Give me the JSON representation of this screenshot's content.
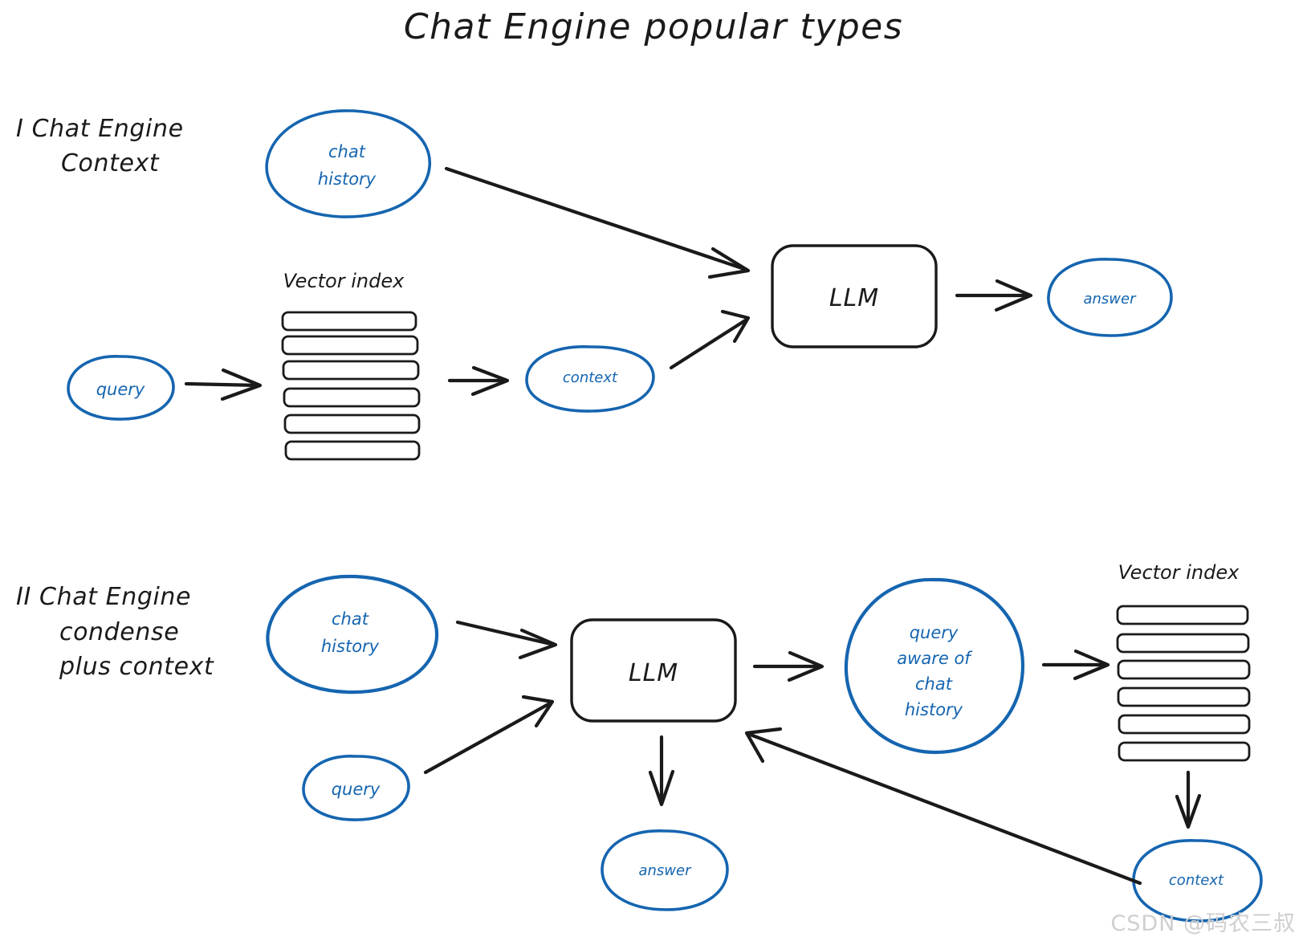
{
  "title": "Chat Engine popular types",
  "watermark": "CSDN @码农三叔",
  "colors": {
    "blue": "#1565b0",
    "black": "#1a1a1a",
    "background": "#ffffff",
    "watermark": "#cfcfcf"
  },
  "sections": [
    {
      "id": "section-1",
      "label_line1": "I Chat Engine",
      "label_line2": "Context",
      "nodes": {
        "chat_history": {
          "line1": "chat",
          "line2": "history"
        },
        "query": {
          "line1": "query"
        },
        "vector_index_caption": "Vector index",
        "vector_index_bars": 6,
        "context": {
          "line1": "context"
        },
        "llm": {
          "line1": "LLM"
        },
        "answer": {
          "line1": "answer"
        }
      },
      "edges": [
        {
          "from": "chat-history",
          "to": "llm"
        },
        {
          "from": "query",
          "to": "vector-index"
        },
        {
          "from": "vector-index",
          "to": "context"
        },
        {
          "from": "context",
          "to": "llm"
        },
        {
          "from": "llm",
          "to": "answer"
        }
      ]
    },
    {
      "id": "section-2",
      "label_line1": "II Chat Engine",
      "label_line2": "condense",
      "label_line3": "plus context",
      "nodes": {
        "chat_history": {
          "line1": "chat",
          "line2": "history"
        },
        "query": {
          "line1": "query"
        },
        "llm": {
          "line1": "LLM"
        },
        "answer": {
          "line1": "answer"
        },
        "query_aware": {
          "line1": "query",
          "line2": "aware of",
          "line3": "chat",
          "line4": "history"
        },
        "vector_index_caption": "Vector index",
        "vector_index_bars": 6,
        "context": {
          "line1": "context"
        }
      },
      "edges": [
        {
          "from": "chat-history",
          "to": "llm"
        },
        {
          "from": "query",
          "to": "llm"
        },
        {
          "from": "llm",
          "to": "query-aware"
        },
        {
          "from": "llm",
          "to": "answer"
        },
        {
          "from": "query-aware",
          "to": "vector-index"
        },
        {
          "from": "vector-index",
          "to": "context"
        },
        {
          "from": "context",
          "to": "llm"
        }
      ]
    }
  ]
}
